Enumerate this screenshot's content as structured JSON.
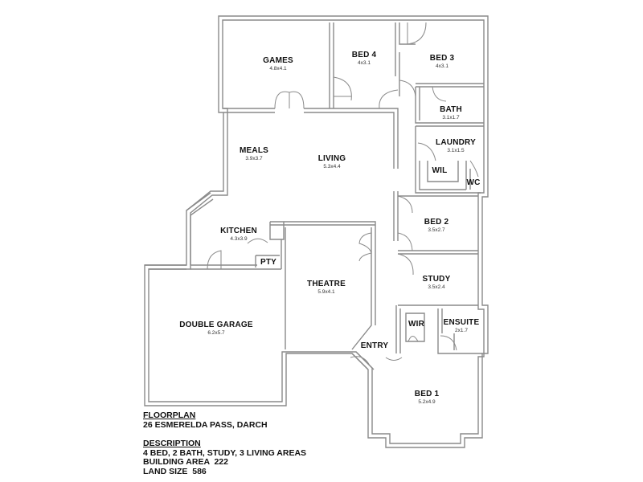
{
  "rooms": {
    "games": {
      "name": "GAMES",
      "size": "4.8x4.1"
    },
    "bed4": {
      "name": "BED 4",
      "size": "4x3.1"
    },
    "bed3": {
      "name": "BED 3",
      "size": "4x3.1"
    },
    "bath": {
      "name": "BATH",
      "size": "3.1x1.7"
    },
    "meals": {
      "name": "MEALS",
      "size": "3.9x3.7"
    },
    "living": {
      "name": "LIVING",
      "size": "5.3x4.4"
    },
    "laundry": {
      "name": "LAUNDRY",
      "size": "3.1x1.5"
    },
    "wil": {
      "name": "WIL"
    },
    "wc": {
      "name": "WC"
    },
    "kitchen": {
      "name": "KITCHEN",
      "size": "4.3x3.9"
    },
    "pty": {
      "name": "PTY"
    },
    "bed2": {
      "name": "BED 2",
      "size": "3.5x2.7"
    },
    "theatre": {
      "name": "THEATRE",
      "size": "5.9x4.1"
    },
    "study": {
      "name": "STUDY",
      "size": "3.5x2.4"
    },
    "garage": {
      "name": "DOUBLE GARAGE",
      "size": "6.2x5.7"
    },
    "wir": {
      "name": "WIR"
    },
    "ensuite": {
      "name": "ENSUITE",
      "size": "2x1.7"
    },
    "entry": {
      "name": "ENTRY"
    },
    "bed1": {
      "name": "BED 1",
      "size": "5.2x4.9"
    }
  },
  "info": {
    "heading": "FLOORPLAN",
    "address": "26 ESMERELDA PASS, DARCH",
    "description_heading": "DESCRIPTION",
    "description": "4 BED, 2 BATH, STUDY, 3 LIVING AREAS",
    "building_area": "BUILDING AREA  222",
    "land_size": "LAND SIZE  586"
  },
  "colors": {
    "wall": "#8a8a8a",
    "text": "#111111",
    "background": "#ffffff"
  }
}
